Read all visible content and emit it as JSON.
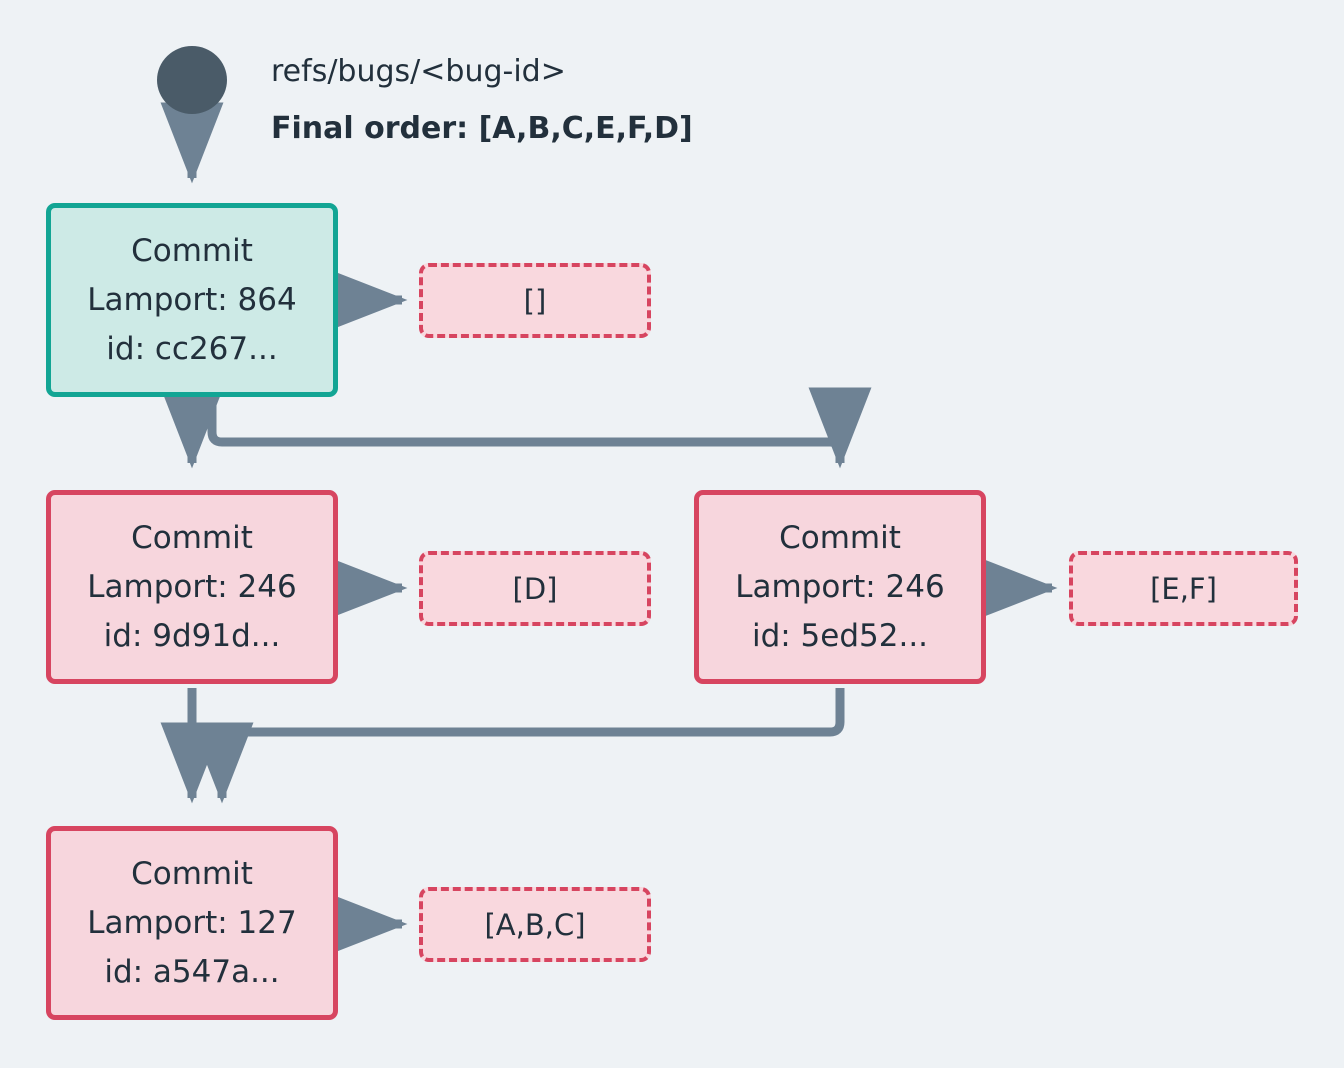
{
  "diagram": {
    "background_color": "#eef2f5",
    "branch_ref": {
      "label": "refs/bugs/<bug-id>",
      "final_order_label": "Final order: [A,B,C,E,F,D]",
      "node_color": "#4a5b68"
    },
    "colors": {
      "start_fill": "#cdeae6",
      "start_border": "#12a594",
      "pending_fill": "#f7d6dd",
      "pending_border": "#d74560",
      "ops_fill": "#f9d8de",
      "ops_border": "#d74560",
      "edge": "#6e8294",
      "text": "#22303c"
    },
    "commits": [
      {
        "id": "commit-cc267",
        "title": "Commit",
        "lamport": "Lamport: 864",
        "hash": "id: cc267...",
        "state": "start",
        "ops": "[]"
      },
      {
        "id": "commit-9d91d",
        "title": "Commit",
        "lamport": "Lamport: 246",
        "hash": "id: 9d91d...",
        "state": "pending",
        "ops": "[D]"
      },
      {
        "id": "commit-5ed52",
        "title": "Commit",
        "lamport": "Lamport: 246",
        "hash": "id: 5ed52...",
        "state": "pending",
        "ops": "[E,F]"
      },
      {
        "id": "commit-a547a",
        "title": "Commit",
        "lamport": "Lamport: 127",
        "hash": "id: a547a...",
        "state": "pending",
        "ops": "[A,B,C]"
      }
    ]
  }
}
